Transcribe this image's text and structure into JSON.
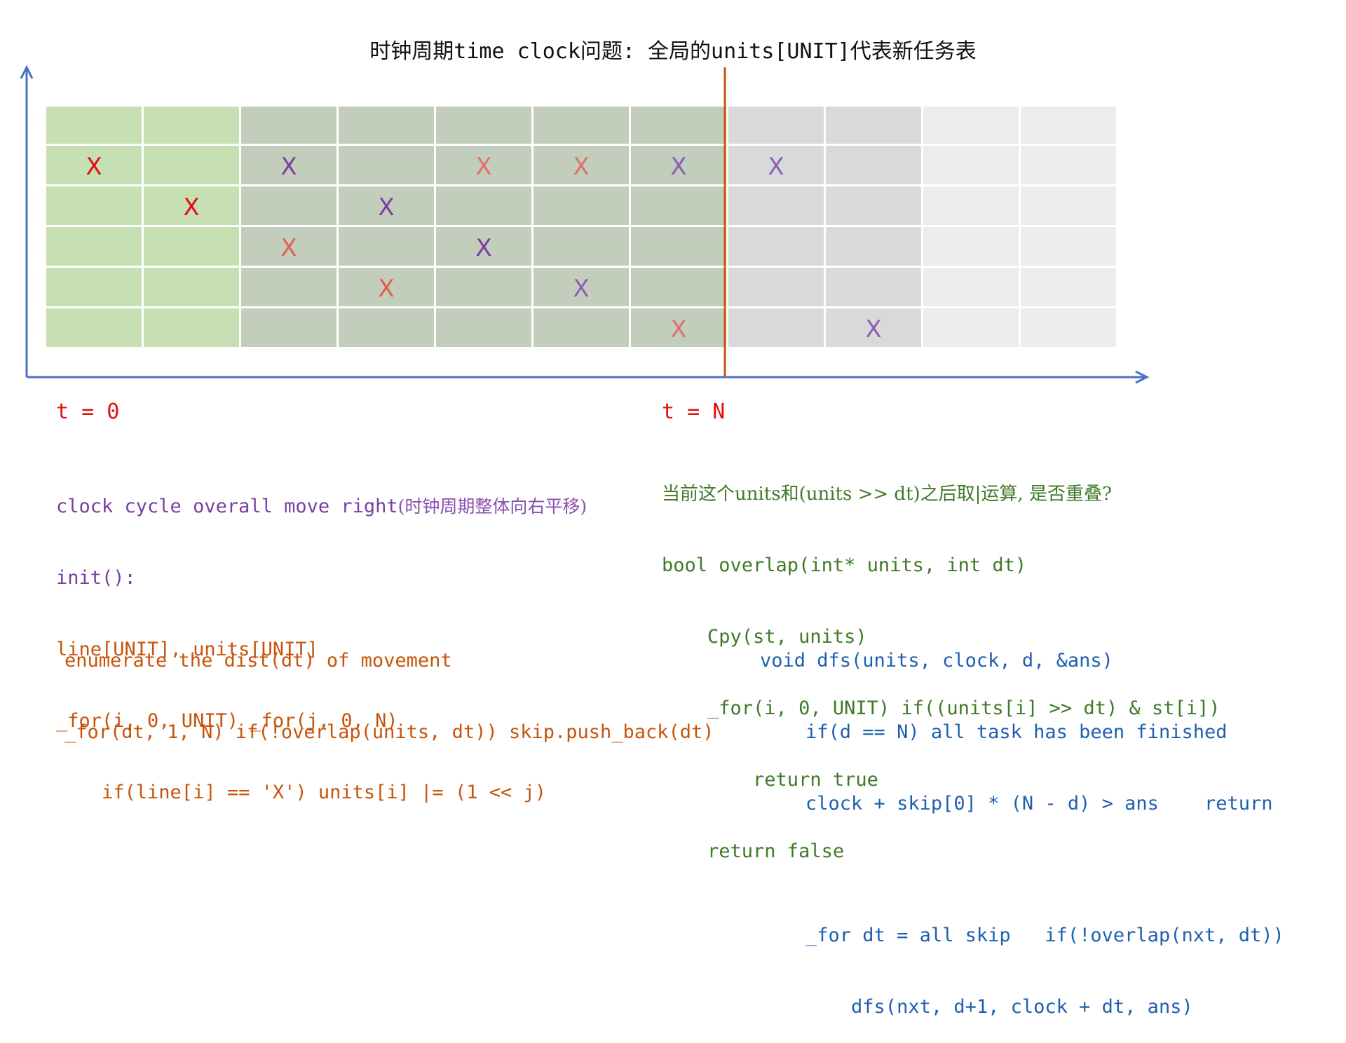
{
  "title": "时钟周期time clock问题: 全局的units[UNIT]代表新任务表",
  "grid": {
    "rows": 6,
    "cols": 11,
    "row0": "header",
    "cell_fill_colors": {
      "green": "#c6e0b4",
      "gray_green": "#c3cdbb",
      "gray": "#d9d9d9",
      "light_gray": "#ececec"
    },
    "col_groups": [
      "green",
      "green",
      "gray_green",
      "gray_green",
      "gray_green",
      "gray_green",
      "gray_green",
      "gray",
      "gray",
      "light_gray",
      "light_gray"
    ],
    "marks": [
      {
        "row": 1,
        "col": 0,
        "color": "#e01010",
        "text": "X"
      },
      {
        "row": 1,
        "col": 2,
        "color": "#7a3fa0",
        "text": "X"
      },
      {
        "row": 1,
        "col": 4,
        "color": "#e07070",
        "text": "X"
      },
      {
        "row": 1,
        "col": 5,
        "color": "#e07070",
        "text": "X"
      },
      {
        "row": 1,
        "col": 6,
        "color": "#8a5fb8",
        "text": "X"
      },
      {
        "row": 1,
        "col": 7,
        "color": "#8a5fb8",
        "text": "X"
      },
      {
        "row": 2,
        "col": 1,
        "color": "#e01010",
        "text": "X"
      },
      {
        "row": 2,
        "col": 3,
        "color": "#7a3fa0",
        "text": "X"
      },
      {
        "row": 3,
        "col": 2,
        "color": "#e06050",
        "text": "X"
      },
      {
        "row": 3,
        "col": 4,
        "color": "#7a3fa0",
        "text": "X"
      },
      {
        "row": 4,
        "col": 3,
        "color": "#e06050",
        "text": "X"
      },
      {
        "row": 4,
        "col": 5,
        "color": "#8a5fb8",
        "text": "X"
      },
      {
        "row": 5,
        "col": 6,
        "color": "#e07070",
        "text": "X"
      },
      {
        "row": 5,
        "col": 8,
        "color": "#8a5fb8",
        "text": "X"
      }
    ],
    "axis_color": "#4a72c0",
    "divider_color": "#c8540a"
  },
  "labels": {
    "t0": "t = 0",
    "tN": "t = N"
  },
  "left_code": {
    "line1": "clock cycle overall move right",
    "line1_zh": "(时钟周期整体向右平移)",
    "line2": "init():",
    "line3": "line[UNIT], units[UNIT]",
    "line4": "_for(i, 0, UNIT) _for(j, 0, N)",
    "line5": "    if(line[i] == 'X') units[i] |= (1 << j)"
  },
  "enum_code": {
    "line1": "enumerate the dist(dt) of movement",
    "line2": "_for(dt, 1, N) if(!overlap(units, dt)) skip.push_back(dt)"
  },
  "right_code": {
    "line1": "当前这个units和(units >> dt)之后取|运算, 是否重叠?",
    "line2": "bool overlap(int* units, int dt)",
    "line3": "    Cpy(st, units)",
    "line4": "    _for(i, 0, UNIT) if((units[i] >> dt) & st[i])",
    "line5": "        return true",
    "line6": "    return false"
  },
  "dfs_code": {
    "line1": "void dfs(units, clock, d, &ans)",
    "line2": "    if(d == N) all task has been finished",
    "line3": "    clock + skip[0] * (N - d) > ans    return",
    "line4": "",
    "line5": "    _for dt = all skip   if(!overlap(nxt, dt))",
    "line6": "        dfs(nxt, d+1, clock + dt, ans)"
  }
}
